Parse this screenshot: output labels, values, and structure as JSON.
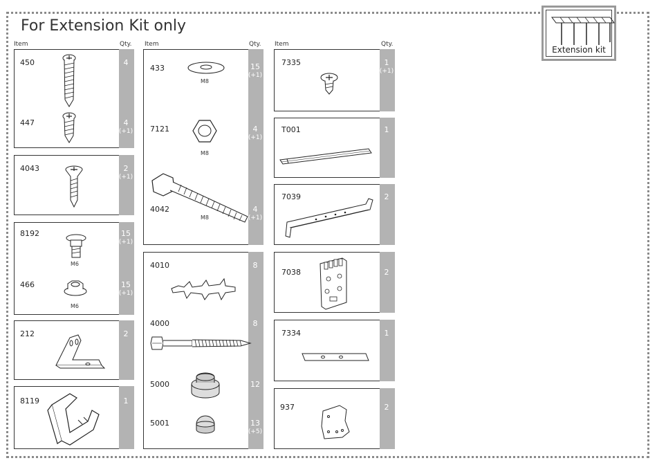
{
  "title": "For Extension Kit only",
  "kit_label": "Extension kit",
  "headers": {
    "item": "Item",
    "qty": "Qty."
  },
  "boxes": {
    "b1": {
      "items": [
        {
          "code": "450",
          "qty": "4",
          "spare": ""
        },
        {
          "code": "447",
          "qty": "4",
          "spare": "(+1)"
        }
      ]
    },
    "b2": {
      "items": [
        {
          "code": "4043",
          "qty": "2",
          "spare": "(+1)"
        }
      ]
    },
    "b3": {
      "items": [
        {
          "code": "8192",
          "qty": "15",
          "spare": "(+1)",
          "size": "M6"
        },
        {
          "code": "466",
          "qty": "15",
          "spare": "(+1)",
          "size": "M6"
        }
      ]
    },
    "b4": {
      "items": [
        {
          "code": "212",
          "qty": "2",
          "spare": ""
        }
      ]
    },
    "b5": {
      "items": [
        {
          "code": "8119",
          "qty": "1",
          "spare": ""
        }
      ]
    },
    "b6": {
      "items": [
        {
          "code": "433",
          "qty": "15",
          "spare": "(+1)",
          "size": "M8"
        },
        {
          "code": "7121",
          "qty": "4",
          "spare": "(+1)",
          "size": "M8"
        },
        {
          "code": "4042",
          "qty": "4",
          "spare": "(+1)",
          "size": "M8"
        }
      ]
    },
    "b7": {
      "items": [
        {
          "code": "4010",
          "qty": "8",
          "spare": ""
        },
        {
          "code": "4000",
          "qty": "8",
          "spare": ""
        },
        {
          "code": "5000",
          "qty": "12",
          "spare": ""
        },
        {
          "code": "5001",
          "qty": "13",
          "spare": "(+5)"
        }
      ]
    },
    "b8": {
      "items": [
        {
          "code": "7335",
          "qty": "1",
          "spare": "(+1)"
        }
      ]
    },
    "b9": {
      "items": [
        {
          "code": "T001",
          "qty": "1",
          "spare": ""
        }
      ]
    },
    "b10": {
      "items": [
        {
          "code": "7039",
          "qty": "2",
          "spare": ""
        }
      ]
    },
    "b11": {
      "items": [
        {
          "code": "7038",
          "qty": "2",
          "spare": ""
        }
      ]
    },
    "b12": {
      "items": [
        {
          "code": "7334",
          "qty": "1",
          "spare": ""
        }
      ]
    },
    "b13": {
      "items": [
        {
          "code": "937",
          "qty": "2",
          "spare": ""
        }
      ]
    }
  },
  "colors": {
    "qty_bar": "#b3b3b3",
    "border": "#333333",
    "frame": "#8a8a8a"
  }
}
